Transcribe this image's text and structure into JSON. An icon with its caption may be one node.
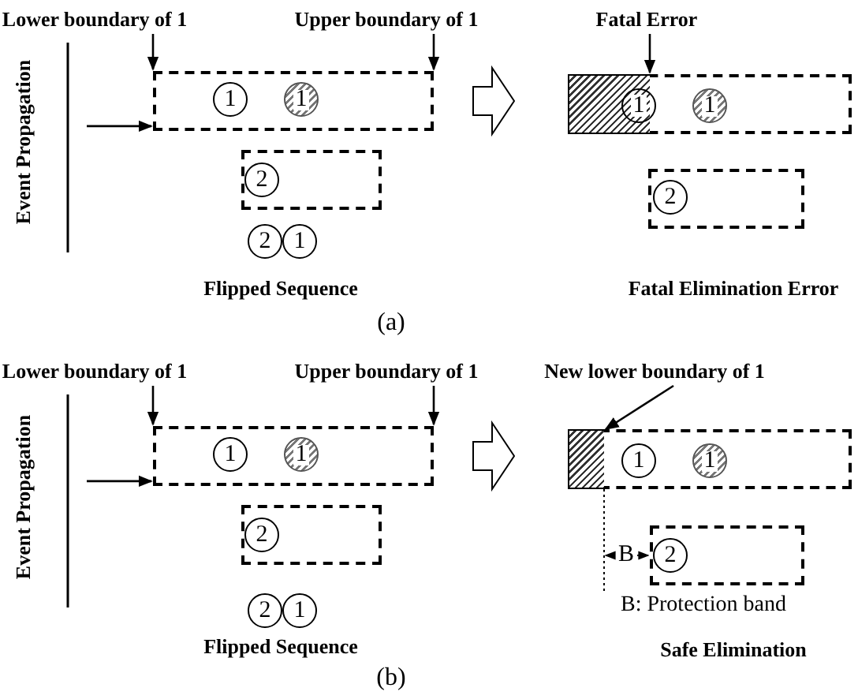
{
  "diagram": {
    "nodes": [
      {
        "text": [
          "Lower boundary of 1"
        ]
      },
      {
        "text": [
          "Upper boundary of 1"
        ]
      },
      {
        "text": [
          "Fatal Error"
        ]
      },
      {
        "text": [],
        "shape": "box"
      },
      {
        "text": [
          "1"
        ],
        "in": 3
      },
      {
        "text": [
          "1"
        ],
        "in": 3
      },
      {
        "text": [],
        "shape": "box"
      },
      {
        "text": [],
        "shape": "box",
        "in": 6
      },
      {
        "text": [
          "1"
        ],
        "in": 6
      },
      {
        "text": [
          "1"
        ],
        "in": 6
      },
      {
        "text": [],
        "shape": "box"
      },
      {
        "text": [
          "2"
        ],
        "in": 10
      },
      {
        "text": [],
        "shape": "box"
      },
      {
        "text": [
          "2"
        ],
        "in": 12
      },
      {
        "text": [
          "2"
        ]
      },
      {
        "text": [
          "1"
        ]
      },
      {
        "text": [
          "Lower boundary of 1"
        ]
      },
      {
        "text": [
          "Upper boundary of 1"
        ]
      },
      {
        "text": [
          "New lower boundary of 1"
        ]
      },
      {
        "text": [],
        "shape": "box"
      },
      {
        "text": [
          "1"
        ],
        "in": 19
      },
      {
        "text": [
          "1"
        ],
        "in": 19
      },
      {
        "text": [],
        "shape": "box"
      },
      {
        "text": [],
        "shape": "box",
        "in": 22
      },
      {
        "text": [
          "1"
        ],
        "in": 22
      },
      {
        "text": [
          "1"
        ],
        "in": 22
      },
      {
        "text": [],
        "shape": "box"
      },
      {
        "text": [
          "2"
        ],
        "in": 26
      },
      {
        "text": [],
        "shape": "box"
      },
      {
        "text": [
          "2"
        ],
        "in": 28
      },
      {
        "text": [
          "2"
        ]
      },
      {
        "text": [
          "1"
        ]
      }
    ],
    "edges": [
      {
        "from": 0,
        "to": 3,
        "arrow": "to"
      },
      {
        "from": 1,
        "to": 3,
        "arrow": "to"
      },
      {
        "from": 2,
        "to": 7,
        "arrow": "to"
      },
      {
        "from": null,
        "to": 3,
        "arrow": "to"
      },
      {
        "from": 3,
        "to": 6,
        "arrow": "to",
        "style": "thick"
      },
      {
        "from": 16,
        "to": 19,
        "arrow": "to"
      },
      {
        "from": 17,
        "to": 19,
        "arrow": "to"
      },
      {
        "from": 18,
        "to": 23,
        "arrow": "to"
      },
      {
        "from": null,
        "to": 19,
        "arrow": "to"
      },
      {
        "from": 19,
        "to": 22,
        "arrow": "to",
        "style": "thick"
      }
    ],
    "labels": [
      "Event Propagation",
      "Flipped Sequence",
      "Fatal Elimination Error",
      "(a)",
      "Event Propagation",
      "B",
      "B: Protection band",
      "Flipped Sequence",
      "Safe Elimination",
      "(b)"
    ]
  }
}
